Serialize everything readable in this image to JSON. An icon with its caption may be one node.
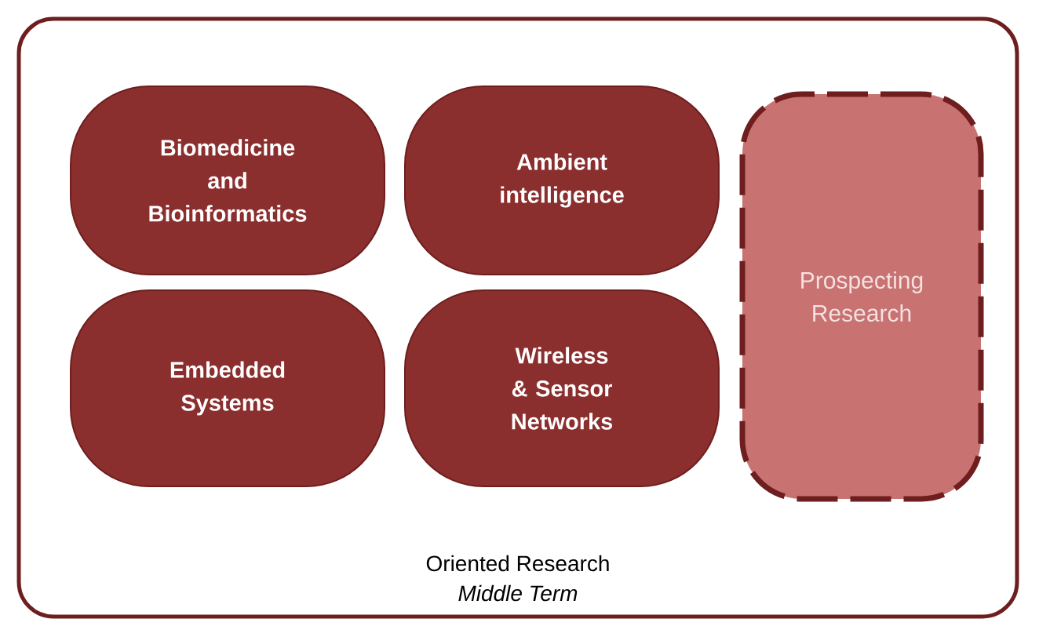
{
  "diagram": {
    "nodes": [
      {
        "text": [
          "Oriented Research",
          "*Middle Term*"
        ]
      },
      {
        "text": [
          "Biomedicine and Bioinformatics"
        ],
        "in": 0
      },
      {
        "text": [
          "Ambient intelligence"
        ],
        "in": 0
      },
      {
        "text": [
          "Embedded Systems"
        ],
        "in": 0
      },
      {
        "text": [
          "Wireless & Sensor Networks"
        ],
        "in": 0
      },
      {
        "text": [
          "Prospecting Research"
        ],
        "in": 0
      }
    ]
  }
}
